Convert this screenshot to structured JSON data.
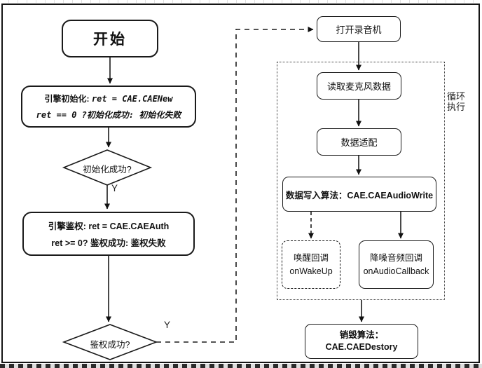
{
  "diagram": {
    "nodes": {
      "start": {
        "label": "开始"
      },
      "init": {
        "line1_label": "引擎初始化: ",
        "line1_code": "ret = CAE.CAENew",
        "line2": "ret == 0 ?初始化成功: 初始化失败"
      },
      "init_check": {
        "label": "初始化成功?"
      },
      "auth": {
        "line1": "引擎鉴权: ret = CAE.CAEAuth",
        "line2": "ret >= 0? 鉴权成功: 鉴权失败"
      },
      "auth_check": {
        "label": "鉴权成功?"
      },
      "open_recorder": {
        "label": "打开录音机"
      },
      "read_mic": {
        "label": "读取麦克风数据"
      },
      "data_adapt": {
        "label": "数据适配"
      },
      "audio_write": {
        "label": "数据写入算法：CAE.CAEAudioWrite"
      },
      "wakeup_cb": {
        "line1": "唤醒回调",
        "line2": "onWakeUp"
      },
      "audio_cb": {
        "line1": "降噪音频回调",
        "line2": "onAudioCallback"
      },
      "destroy": {
        "line1": "销毁算法：",
        "line2": "CAE.CAEDestory"
      }
    },
    "labels": {
      "yes_init": "Y",
      "yes_auth": "Y",
      "loop_line1": "循环",
      "loop_line2": "执行"
    },
    "colors": {
      "line": "#1a1a1a",
      "background": "#ffffff",
      "text": "#111111"
    }
  }
}
